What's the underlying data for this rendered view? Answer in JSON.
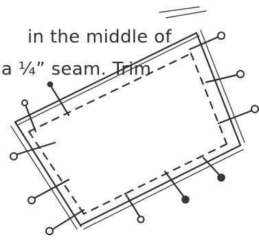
{
  "instructions": {
    "line1": "in the middle of",
    "line2": "a ¼” seam.  Trim"
  },
  "illustration": {
    "icon": "pinned-fabric-square-sketch"
  }
}
